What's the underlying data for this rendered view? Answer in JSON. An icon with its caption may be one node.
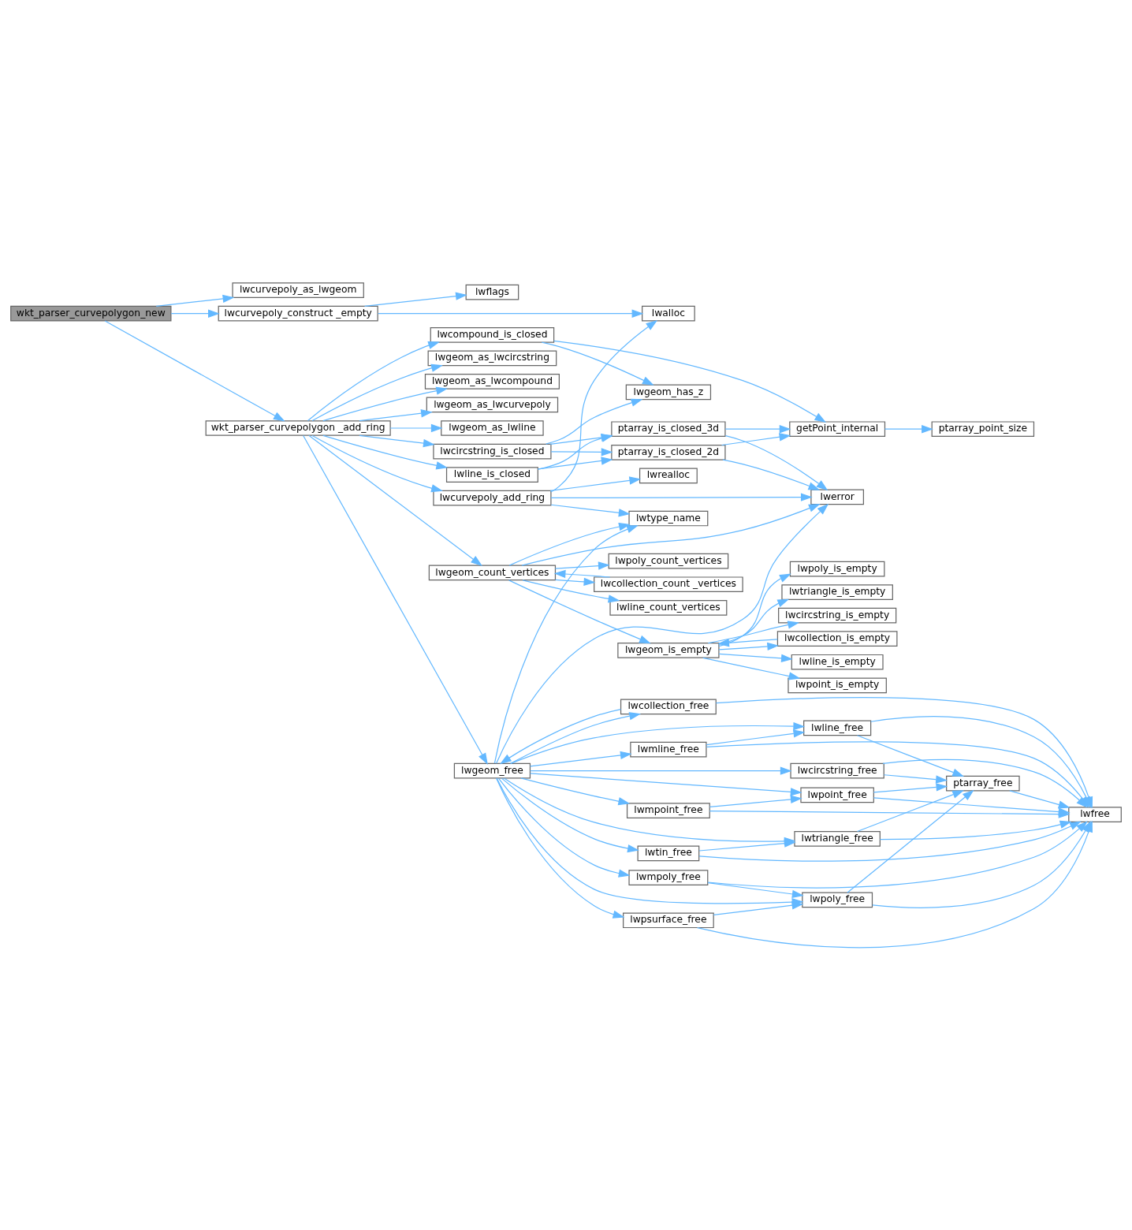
{
  "diagram": {
    "nodes": [
      {
        "text": [
          "wkt_parser_curvepolygon_new"
        ]
      },
      {
        "text": [
          "lwcurvepoly_as_lwgeom"
        ]
      },
      {
        "text": [
          "lwcurvepoly_construct _empty"
        ]
      },
      {
        "text": [
          "wkt_parser_curvepolygon _add_ring"
        ]
      },
      {
        "text": [
          "lwflags"
        ]
      },
      {
        "text": [
          "lwcompound_is_closed"
        ]
      },
      {
        "text": [
          "lwgeom_as_lwcircstring"
        ]
      },
      {
        "text": [
          "lwgeom_as_lwcompound"
        ]
      },
      {
        "text": [
          "lwgeom_as_lwcurvepoly"
        ]
      },
      {
        "text": [
          "lwgeom_as_lwline"
        ]
      },
      {
        "text": [
          "lwcircstring_is_closed"
        ]
      },
      {
        "text": [
          "lwline_is_closed"
        ]
      },
      {
        "text": [
          "lwcurvepoly_add_ring"
        ]
      },
      {
        "text": [
          "lwgeom_count_vertices"
        ]
      },
      {
        "text": [
          "lwgeom_free"
        ]
      },
      {
        "text": [
          "lwgeom_has_z"
        ]
      },
      {
        "text": [
          "ptarray_is_closed_3d"
        ]
      },
      {
        "text": [
          "ptarray_is_closed_2d"
        ]
      },
      {
        "text": [
          "lwalloc"
        ]
      },
      {
        "text": [
          "lwrealloc"
        ]
      },
      {
        "text": [
          "lwerror"
        ]
      },
      {
        "text": [
          "getPoint_internal"
        ]
      },
      {
        "text": [
          "ptarray_point_size"
        ]
      },
      {
        "text": [
          "lwpoly_count_vertices"
        ]
      },
      {
        "text": [
          "lwtype_name"
        ]
      },
      {
        "text": [
          "lwcollection_count _vertices"
        ]
      },
      {
        "text": [
          "lwline_count_vertices"
        ]
      },
      {
        "text": [
          "lwgeom_is_empty"
        ]
      },
      {
        "text": [
          "lwpoly_is_empty"
        ]
      },
      {
        "text": [
          "lwtriangle_is_empty"
        ]
      },
      {
        "text": [
          "lwcircstring_is_empty"
        ]
      },
      {
        "text": [
          "lwcollection_is_empty"
        ]
      },
      {
        "text": [
          "lwline_is_empty"
        ]
      },
      {
        "text": [
          "lwpoint_is_empty"
        ]
      },
      {
        "text": [
          "lwcollection_free"
        ]
      },
      {
        "text": [
          "lwmline_free"
        ]
      },
      {
        "text": [
          "lwcircstring_free"
        ]
      },
      {
        "text": [
          "lwline_free"
        ]
      },
      {
        "text": [
          "lwmpoint_free"
        ]
      },
      {
        "text": [
          "lwpoint_free"
        ]
      },
      {
        "text": [
          "ptarray_free"
        ]
      },
      {
        "text": [
          "lwfree"
        ]
      },
      {
        "text": [
          "lwtriangle_free"
        ]
      },
      {
        "text": [
          "lwtin_free"
        ]
      },
      {
        "text": [
          "lwmpoly_free"
        ]
      },
      {
        "text": [
          "lwpoly_free"
        ]
      },
      {
        "text": [
          "lwpsurface_free"
        ]
      }
    ],
    "edges": [
      {
        "from": 0,
        "to": 1,
        "arrow": "to"
      },
      {
        "from": 0,
        "to": 2,
        "arrow": "to"
      },
      {
        "from": 0,
        "to": 3,
        "arrow": "to"
      },
      {
        "from": 2,
        "to": 4,
        "arrow": "to"
      },
      {
        "from": 2,
        "to": 18,
        "arrow": "to"
      },
      {
        "from": 3,
        "to": 5,
        "arrow": "to"
      },
      {
        "from": 3,
        "to": 6,
        "arrow": "to"
      },
      {
        "from": 3,
        "to": 7,
        "arrow": "to"
      },
      {
        "from": 3,
        "to": 8,
        "arrow": "to"
      },
      {
        "from": 3,
        "to": 9,
        "arrow": "to"
      },
      {
        "from": 3,
        "to": 10,
        "arrow": "to"
      },
      {
        "from": 3,
        "to": 11,
        "arrow": "to"
      },
      {
        "from": 3,
        "to": 12,
        "arrow": "to"
      },
      {
        "from": 3,
        "to": 13,
        "arrow": "to"
      },
      {
        "from": 3,
        "to": 14,
        "arrow": "to"
      },
      {
        "from": 5,
        "to": 15,
        "arrow": "to"
      },
      {
        "from": 5,
        "to": 21,
        "arrow": "to"
      },
      {
        "from": 10,
        "to": 15,
        "arrow": "to"
      },
      {
        "from": 10,
        "to": 16,
        "arrow": "to"
      },
      {
        "from": 10,
        "to": 17,
        "arrow": "to"
      },
      {
        "from": 11,
        "to": 16,
        "arrow": "to"
      },
      {
        "from": 11,
        "to": 17,
        "arrow": "to"
      },
      {
        "from": 16,
        "to": 21,
        "arrow": "to"
      },
      {
        "from": 16,
        "to": 20,
        "arrow": "to"
      },
      {
        "from": 17,
        "to": 21,
        "arrow": "to"
      },
      {
        "from": 17,
        "to": 20,
        "arrow": "to"
      },
      {
        "from": 21,
        "to": 22,
        "arrow": "to"
      },
      {
        "from": 12,
        "to": 18,
        "arrow": "to"
      },
      {
        "from": 12,
        "to": 19,
        "arrow": "to"
      },
      {
        "from": 12,
        "to": 20,
        "arrow": "to"
      },
      {
        "from": 12,
        "to": 24,
        "arrow": "to"
      },
      {
        "from": 13,
        "to": 20,
        "arrow": "to"
      },
      {
        "from": 13,
        "to": 23,
        "arrow": "to"
      },
      {
        "from": 13,
        "to": 24,
        "arrow": "to"
      },
      {
        "from": 13,
        "to": 25,
        "arrow": "to"
      },
      {
        "from": 13,
        "to": 26,
        "arrow": "to"
      },
      {
        "from": 13,
        "to": 27,
        "arrow": "to"
      },
      {
        "from": 25,
        "to": 13,
        "arrow": "to"
      },
      {
        "from": 27,
        "to": 28,
        "arrow": "to"
      },
      {
        "from": 27,
        "to": 29,
        "arrow": "to"
      },
      {
        "from": 27,
        "to": 30,
        "arrow": "to"
      },
      {
        "from": 27,
        "to": 31,
        "arrow": "to"
      },
      {
        "from": 27,
        "to": 32,
        "arrow": "to"
      },
      {
        "from": 27,
        "to": 33,
        "arrow": "to"
      },
      {
        "from": 31,
        "to": 27,
        "arrow": "to"
      },
      {
        "from": 14,
        "to": 20,
        "arrow": "to"
      },
      {
        "from": 14,
        "to": 24,
        "arrow": "to"
      },
      {
        "from": 14,
        "to": 34,
        "arrow": "to"
      },
      {
        "from": 34,
        "to": 14,
        "arrow": "to"
      },
      {
        "from": 14,
        "to": 35,
        "arrow": "to"
      },
      {
        "from": 14,
        "to": 36,
        "arrow": "to"
      },
      {
        "from": 14,
        "to": 37,
        "arrow": "to"
      },
      {
        "from": 14,
        "to": 38,
        "arrow": "to"
      },
      {
        "from": 14,
        "to": 39,
        "arrow": "to"
      },
      {
        "from": 14,
        "to": 42,
        "arrow": "to"
      },
      {
        "from": 14,
        "to": 43,
        "arrow": "to"
      },
      {
        "from": 14,
        "to": 44,
        "arrow": "to"
      },
      {
        "from": 14,
        "to": 45,
        "arrow": "to"
      },
      {
        "from": 14,
        "to": 46,
        "arrow": "to"
      },
      {
        "from": 34,
        "to": 41,
        "arrow": "to"
      },
      {
        "from": 35,
        "to": 37,
        "arrow": "to"
      },
      {
        "from": 35,
        "to": 41,
        "arrow": "to"
      },
      {
        "from": 36,
        "to": 40,
        "arrow": "to"
      },
      {
        "from": 36,
        "to": 41,
        "arrow": "to"
      },
      {
        "from": 37,
        "to": 40,
        "arrow": "to"
      },
      {
        "from": 37,
        "to": 41,
        "arrow": "to"
      },
      {
        "from": 38,
        "to": 39,
        "arrow": "to"
      },
      {
        "from": 38,
        "to": 41,
        "arrow": "to"
      },
      {
        "from": 39,
        "to": 40,
        "arrow": "to"
      },
      {
        "from": 39,
        "to": 41,
        "arrow": "to"
      },
      {
        "from": 40,
        "to": 41,
        "arrow": "to"
      },
      {
        "from": 42,
        "to": 40,
        "arrow": "to"
      },
      {
        "from": 42,
        "to": 41,
        "arrow": "to"
      },
      {
        "from": 43,
        "to": 42,
        "arrow": "to"
      },
      {
        "from": 43,
        "to": 41,
        "arrow": "to"
      },
      {
        "from": 44,
        "to": 45,
        "arrow": "to"
      },
      {
        "from": 44,
        "to": 41,
        "arrow": "to"
      },
      {
        "from": 45,
        "to": 40,
        "arrow": "to"
      },
      {
        "from": 45,
        "to": 41,
        "arrow": "to"
      },
      {
        "from": 46,
        "to": 45,
        "arrow": "to"
      },
      {
        "from": 46,
        "to": 41,
        "arrow": "to"
      }
    ]
  }
}
